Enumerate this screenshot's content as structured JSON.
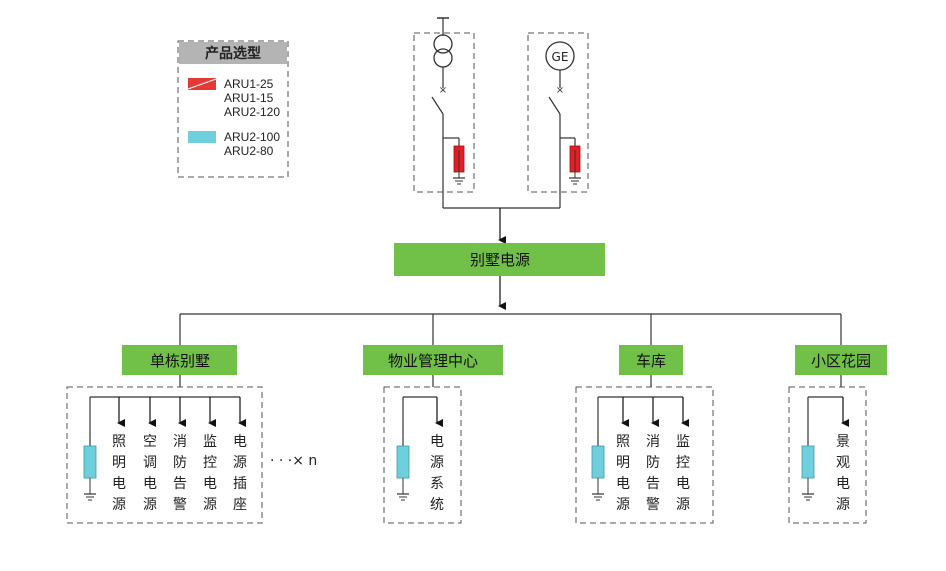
{
  "legend": {
    "title": "产品选型",
    "groups": [
      {
        "color": "#e53935",
        "models": [
          "ARU1-25",
          "ARU1-15",
          "ARU2-120"
        ]
      },
      {
        "color": "#6fcfdc",
        "models": [
          "ARU2-100",
          "ARU2-80"
        ]
      }
    ]
  },
  "sources": {
    "transformer_icon": "transformer-icon",
    "generator_label": "GE"
  },
  "main_bus": {
    "label": "别墅电源"
  },
  "branches": [
    {
      "label": "单栋别墅",
      "loads": [
        "照明电源",
        "空调电源",
        "消防告警",
        "监控电源",
        "电源插座"
      ],
      "extra": "· · ·× n"
    },
    {
      "label": "物业管理中心",
      "loads": [
        "电源系统"
      ]
    },
    {
      "label": "车库",
      "loads": [
        "照明电源",
        "消防告警",
        "监控电源"
      ]
    },
    {
      "label": "小区花园",
      "loads": [
        "景观电源"
      ]
    }
  ],
  "colors": {
    "green": "#71c148",
    "spd_red": "#e31e25",
    "spd_blue": "#6fcfdc",
    "line": "#333333",
    "dash": "#555555"
  }
}
